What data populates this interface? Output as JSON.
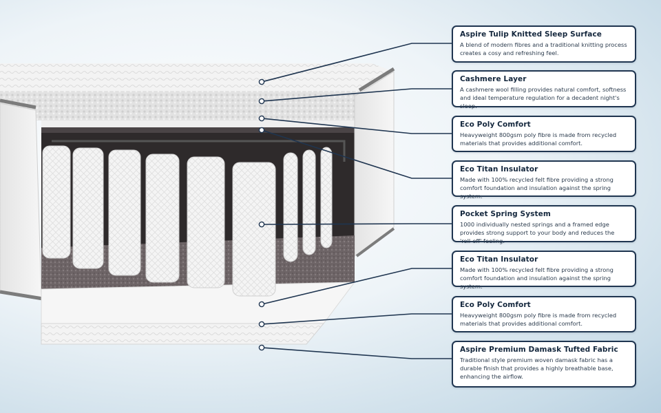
{
  "layers": [
    {
      "title": "Aspire Tulip Knitted Sleep Surface",
      "description": "A blend of modern fibres and a traditional knitting process creates a cosy and refreshing feel."
    },
    {
      "title": "Cashmere Layer",
      "description": "A cashmere wool filling provides natural comfort, softness and ideal temperature regulation for a decadent night's sleep."
    },
    {
      "title": "Eco Poly Comfort",
      "description": "Heavyweight 800gsm poly fibre is made from recycled materials that provides additional comfort."
    },
    {
      "title": "Eco Titan Insulator",
      "description": "Made with 100% recycled felt fibre providing a strong comfort foundation and insulation against the spring system."
    },
    {
      "title": "Pocket Spring System",
      "description": "1000 individually nested springs and a framed edge provides strong support to your body and reduces the 'roll-off' feeling."
    },
    {
      "title": "Eco Titan Insulator",
      "description": "Made with 100% recycled felt fibre providing a strong comfort foundation and insulation against the spring system."
    },
    {
      "title": "Eco Poly Comfort",
      "description": "Heavyweight 800gsm poly fibre is made from recycled materials that provides additional comfort."
    },
    {
      "title": "Aspire Premium Damask Tufted Fabric",
      "description": "Traditional style premium woven damask fabric has a durable finish that provides a highly breathable base, enhancing the airflow."
    }
  ],
  "colors": {
    "callout_border": "#1f3550",
    "connector": "#1f3550"
  }
}
